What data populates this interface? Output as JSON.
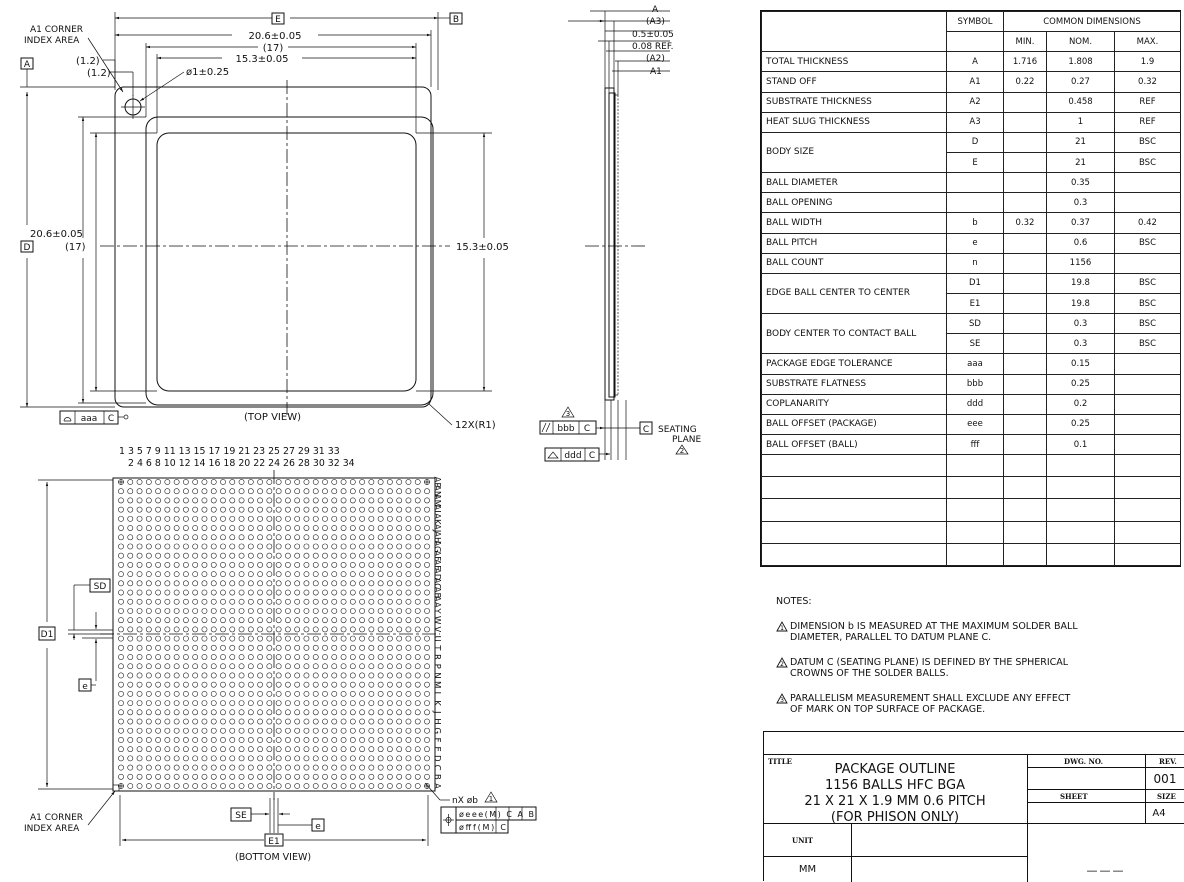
{
  "top_view": {
    "a1_corner_line1": "A1 CORNER",
    "a1_corner_line2": "INDEX AREA",
    "datum_e": "E",
    "datum_b": "B",
    "datum_a": "A",
    "datum_d": "D",
    "dim_width": "20.6±0.05",
    "dim_width_ref": "(17)",
    "dim_slug_width": "15.3±0.05",
    "dim_offset_outer": "(1.2)",
    "dim_offset_inner": "(1.2)",
    "dim_hole": "ø1±0.25",
    "dim_height": "20.6±0.05",
    "dim_height_ref": "(17)",
    "dim_slug_height": "15.3±0.05",
    "radius": "12X(R1)",
    "view_label": "(TOP VIEW)",
    "tol_aaa": "aaa",
    "tol_datum": "C"
  },
  "side_view": {
    "label_a": "A",
    "label_a3": "(A3)",
    "label_slug": "0.5±0.05",
    "label_ref": "0.08 REF.",
    "label_a2": "(A2)",
    "label_a1": "A1",
    "tol_bbb": "bbb",
    "tol_ddd": "ddd",
    "datum_c_box": "C",
    "datum_c_small": "C",
    "seating_line1": "SEATING",
    "seating_line2": "PLANE",
    "note_ref_3": "3",
    "note_ref_2": "2"
  },
  "bottom_view": {
    "col_odd": "1   3   5   7   9  11  13  15  17  19  21  23  25  27  29  31  33",
    "col_even": "2   4   6   8  10  12  14  16  18  20  22  24  26  28  30  32  34",
    "row_labels": [
      "AP",
      "AN",
      "AM",
      "AL",
      "AK",
      "AJ",
      "AH",
      "AG",
      "AF",
      "AE",
      "AD",
      "AC",
      "AB",
      "AA",
      "Y",
      "W",
      "V",
      "U",
      "T",
      "R",
      "P",
      "N",
      "M",
      "L",
      "K",
      "J",
      "H",
      "G",
      "F",
      "E",
      "D",
      "C",
      "B",
      "A"
    ],
    "sd": "SD",
    "d1": "D1",
    "e": "e",
    "se": "SE",
    "e_bottom": "e",
    "e1": "E1",
    "a1_corner_line1": "A1 CORNER",
    "a1_corner_line2": "INDEX AREA",
    "ball_callout": "nX  øb",
    "note_ref": "1",
    "fcf_row1": "øeee(M) C A B",
    "fcf_row2": "øfff(M) C",
    "view_label": "(BOTTOM  VIEW)"
  },
  "spec_table": {
    "header": {
      "symbol": "SYMBOL",
      "common": "COMMON  DIMENSIONS",
      "min": "MIN.",
      "nom": "NOM.",
      "max": "MAX."
    },
    "rows": [
      {
        "label": "TOTAL  THICKNESS",
        "symbol": "A",
        "min": "1.716",
        "nom": "1.808",
        "max": "1.9"
      },
      {
        "label": "STAND  OFF",
        "symbol": "A1",
        "min": "0.22",
        "nom": "0.27",
        "max": "0.32"
      },
      {
        "label": "SUBSTRATE  THICKNESS",
        "symbol": "A2",
        "min": "",
        "nom": "0.458",
        "max": "REF"
      },
      {
        "label": "HEAT  SLUG  THICKNESS",
        "symbol": "A3",
        "min": "",
        "nom": "1",
        "max": "REF"
      },
      {
        "label": "BODY  SIZE",
        "symbol": "D",
        "min": "",
        "nom": "21",
        "max": "BSC",
        "symbol2": "E",
        "nom2": "21",
        "max2": "BSC"
      },
      {
        "label": "BALL  DIAMETER",
        "symbol": "",
        "min": "",
        "nom": "0.35",
        "max": ""
      },
      {
        "label": "BALL  OPENING",
        "symbol": "",
        "min": "",
        "nom": "0.3",
        "max": ""
      },
      {
        "label": "BALL  WIDTH",
        "symbol": "b",
        "min": "0.32",
        "nom": "0.37",
        "max": "0.42"
      },
      {
        "label": "BALL  PITCH",
        "symbol": "e",
        "min": "",
        "nom": "0.6",
        "max": "BSC"
      },
      {
        "label": "BALL  COUNT",
        "symbol": "n",
        "min": "",
        "nom": "1156",
        "max": ""
      },
      {
        "label": "EDGE  BALL  CENTER  TO  CENTER",
        "symbol": "D1",
        "min": "",
        "nom": "19.8",
        "max": "BSC",
        "symbol2": "E1",
        "nom2": "19.8",
        "max2": "BSC"
      },
      {
        "label": "BODY  CENTER  TO  CONTACT  BALL",
        "symbol": "SD",
        "min": "",
        "nom": "0.3",
        "max": "BSC",
        "symbol2": "SE",
        "nom2": "0.3",
        "max2": "BSC"
      },
      {
        "label": "PACKAGE  EDGE  TOLERANCE",
        "symbol": "aaa",
        "min": "",
        "nom": "0.15",
        "max": ""
      },
      {
        "label": "SUBSTRATE  FLATNESS",
        "symbol": "bbb",
        "min": "",
        "nom": "0.25",
        "max": ""
      },
      {
        "label": "COPLANARITY",
        "symbol": "ddd",
        "min": "",
        "nom": "0.2",
        "max": ""
      },
      {
        "label": "BALL  OFFSET  (PACKAGE)",
        "symbol": "eee",
        "min": "",
        "nom": "0.25",
        "max": ""
      },
      {
        "label": "BALL  OFFSET  (BALL)",
        "symbol": "fff",
        "min": "",
        "nom": "0.1",
        "max": ""
      }
    ]
  },
  "notes": {
    "title": "NOTES:",
    "items": [
      {
        "num": "1",
        "text": "DIMENSION  b  IS  MEASURED  AT  THE  MAXIMUM  SOLDER  BALL\nDIAMETER,  PARALLEL  TO  DATUM  PLANE  C."
      },
      {
        "num": "2",
        "text": "DATUM  C  (SEATING  PLANE)  IS  DEFINED  BY  THE  SPHERICAL\nCROWNS  OF  THE  SOLDER  BALLS."
      },
      {
        "num": "3",
        "text": "PARALLELISM  MEASUREMENT  SHALL  EXCLUDE  ANY  EFFECT\nOF  MARK  ON  TOP  SURFACE  OF  PACKAGE."
      }
    ]
  },
  "title_block": {
    "title_label": "TITLE",
    "line1": "PACKAGE  OUTLINE",
    "line2": "1156  BALLS  HFC  BGA",
    "line3": "21  X  21  X  1.9  MM  0.6  PITCH",
    "line4": "(FOR  PHISON  ONLY)",
    "dwg_label": "DWG.  NO.",
    "rev_label": "REV.",
    "rev_value": "001",
    "sheet_label": "SHEET",
    "size_label": "SIZE",
    "size_value": "A4",
    "unit_label": "UNIT",
    "unit_value": "MM",
    "bottom_value": "———"
  }
}
